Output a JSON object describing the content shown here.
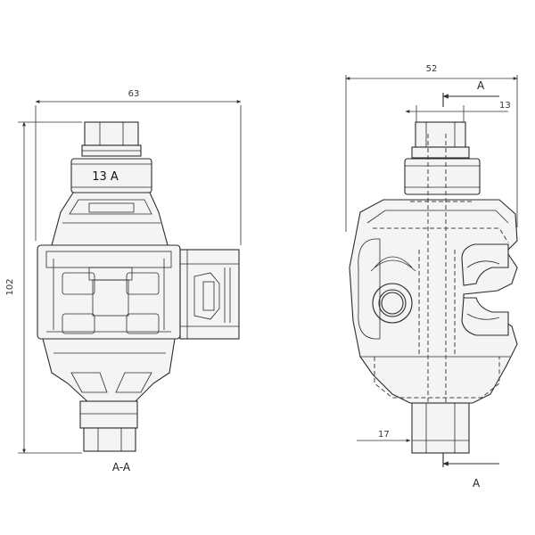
{
  "left_view": {
    "dim_width": "63",
    "dim_height": "102",
    "rating_label": "13 A",
    "section_label": "A-A"
  },
  "right_view": {
    "dim_width": "52",
    "dim_top_offset": "13",
    "dim_bottom_offset": "17",
    "section_marker_top": "A",
    "section_marker_bottom": "A"
  },
  "colors": {
    "line": "#2b2b2b",
    "background": "#ffffff"
  }
}
